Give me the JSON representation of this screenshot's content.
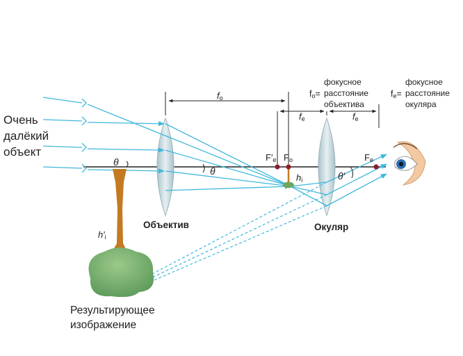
{
  "object_label": [
    "Очень",
    "далёкий",
    "объект"
  ],
  "objective_label": "Объектив",
  "eyepiece_label": "Окуляр",
  "result_label": [
    "Результирующее",
    "изображение"
  ],
  "fo_def": {
    "prefix": "f",
    "sub": "o",
    "eq": "=",
    "lines": [
      "фокусное",
      "расстояние",
      "объектива"
    ]
  },
  "fe_def": {
    "prefix": "f",
    "sub": "e",
    "eq": "=",
    "lines": [
      "фокусное",
      "расстояние",
      "окуляра"
    ]
  },
  "dim_fo": {
    "main": "f",
    "sub": "o"
  },
  "dim_fe1": {
    "main": "f",
    "sub": "e"
  },
  "dim_fe2": {
    "main": "f",
    "sub": "e"
  },
  "point_Fe_prime": {
    "main": "F′",
    "sub": "e"
  },
  "point_Fo": {
    "main": "F",
    "sub": "o"
  },
  "point_Fe": {
    "main": "F",
    "sub": "e"
  },
  "theta_left": "θ",
  "theta_axis": "θ",
  "theta_prime": "θ′",
  "hi_label": {
    "main": "h",
    "sub": "i"
  },
  "hi_prime_label": {
    "main": "h′",
    "sub": "i"
  },
  "colors": {
    "ray": "#3fb8dc",
    "axis": "#222222",
    "focus_point": "#8b1f2a",
    "tree_trunk": "#c47a22",
    "tree_crown": "#7fb06e",
    "lens": "#c9dde2"
  }
}
